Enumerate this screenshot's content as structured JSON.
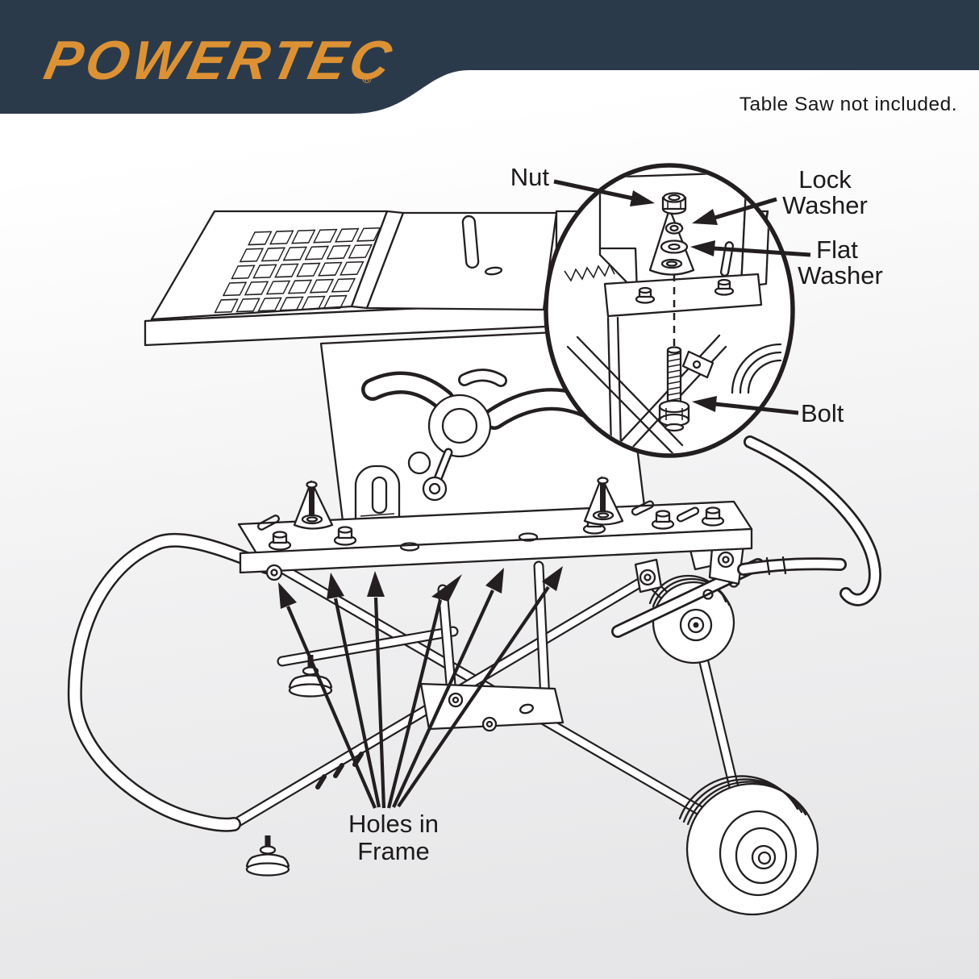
{
  "header": {
    "logo_text": "POWERTEC",
    "registered_mark": "®",
    "note": "Table Saw not included."
  },
  "colors": {
    "banner": "#2b3a4a",
    "logo": "#dc9234",
    "line_art": "#231f20",
    "background_top": "#ffffff",
    "background_bottom": "#e4e4e6"
  },
  "diagram": {
    "subject": "table saw on folding wheeled stand with hardware detail magnifier",
    "callouts": {
      "nut": {
        "label": "Nut"
      },
      "lock_washer": {
        "line1": "Lock",
        "line2": "Washer"
      },
      "flat_washer": {
        "line1": "Flat",
        "line2": "Washer"
      },
      "bolt": {
        "label": "Bolt"
      },
      "holes_in_frame": {
        "line1": "Holes in",
        "line2": "Frame"
      }
    }
  }
}
